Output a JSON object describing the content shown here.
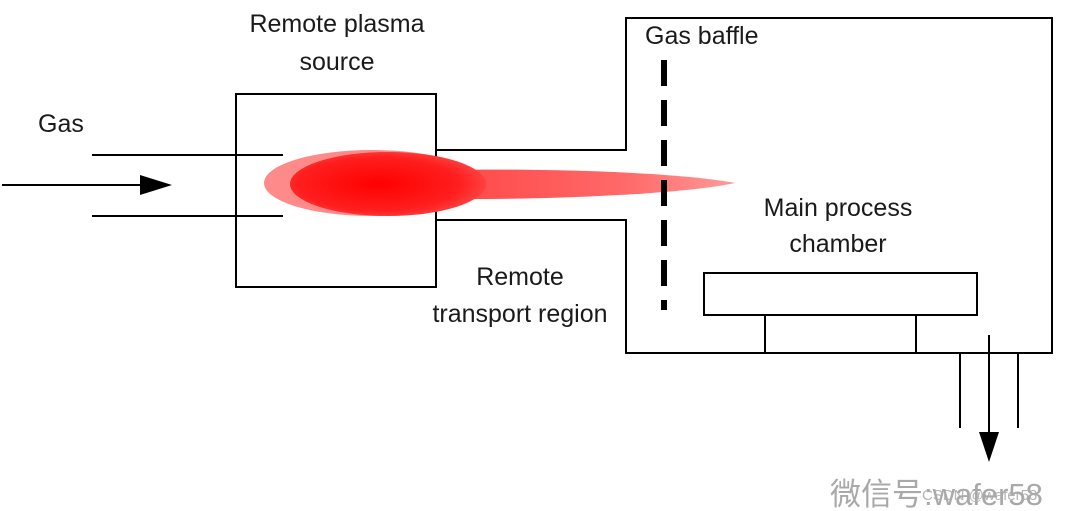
{
  "labels": {
    "gas": "Gas",
    "remote_plasma_source": [
      "Remote plasma",
      "source"
    ],
    "gas_baffle": "Gas baffle",
    "main_process_chamber": [
      "Main process",
      "chamber"
    ],
    "remote_transport_region": [
      "Remote",
      "transport region"
    ]
  },
  "watermark": {
    "platform_cn": "微信号",
    "account": ":wafer58",
    "faint_text": "CSDN @wafer58"
  },
  "colors": {
    "plasma_core": "#ff1a1a",
    "plasma_glow": "#ff8080",
    "plume": "#ff5a5a",
    "line": "#000000",
    "text": "#1a1a1a",
    "watermark": "#a9a9a9"
  }
}
